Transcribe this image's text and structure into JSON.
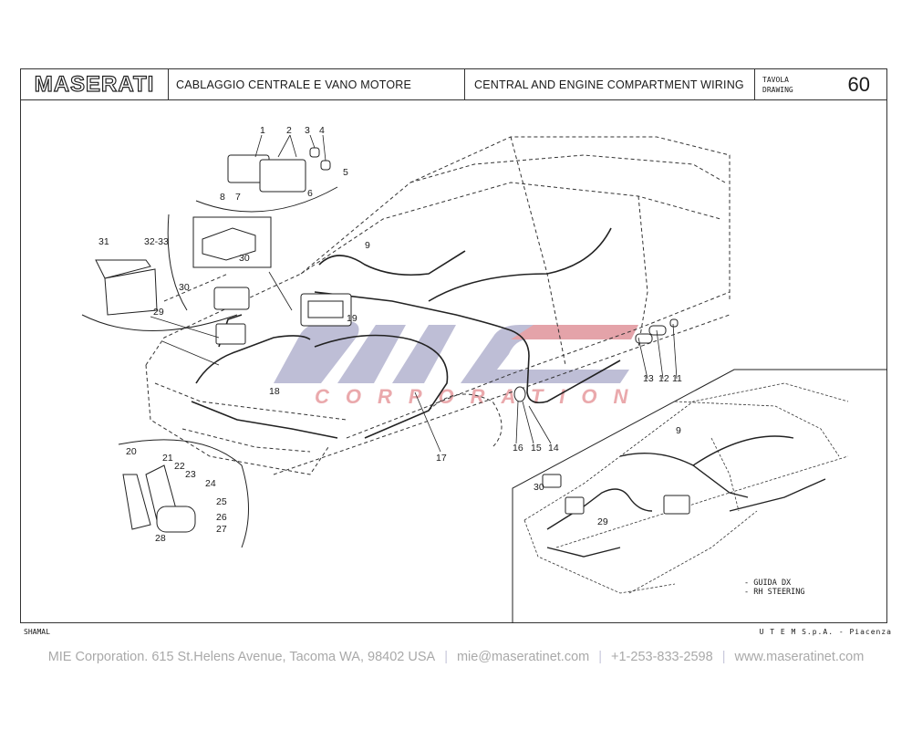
{
  "header": {
    "brand": "MASERATI",
    "title_it": "CABLAGGIO CENTRALE E VANO MOTORE",
    "title_en": "CENTRAL AND ENGINE COMPARTMENT WIRING",
    "drawing_label_it": "TAVOLA",
    "drawing_label_en": "DRAWING",
    "drawing_number": "60"
  },
  "diagram": {
    "callouts": [
      "1",
      "2",
      "3",
      "4",
      "5",
      "6",
      "7",
      "8",
      "9",
      "11",
      "12",
      "13",
      "14",
      "15",
      "16",
      "17",
      "18",
      "19",
      "20",
      "21",
      "22",
      "23",
      "24",
      "25",
      "26",
      "27",
      "28",
      "29",
      "30",
      "31",
      "32-33"
    ],
    "inset": {
      "callouts": [
        "9",
        "29",
        "30"
      ],
      "note_it": "- GUIDA DX",
      "note_en": "- RH STEERING"
    },
    "watermark": {
      "logo": "MIE",
      "text": "CORPORATION",
      "color_logo": "#b3b3cf",
      "color_text": "#e8a0a4"
    }
  },
  "footer": {
    "model": "SHAMAL",
    "publisher": "U T E M  S.p.A. - Piacenza",
    "contact": {
      "address": "MIE Corporation. 615 St.Helens Avenue, Tacoma WA, 98402 USA",
      "email": "mie@maseratinet.com",
      "phone": "+1-253-833-2598",
      "website": "www.maseratinet.com"
    }
  }
}
